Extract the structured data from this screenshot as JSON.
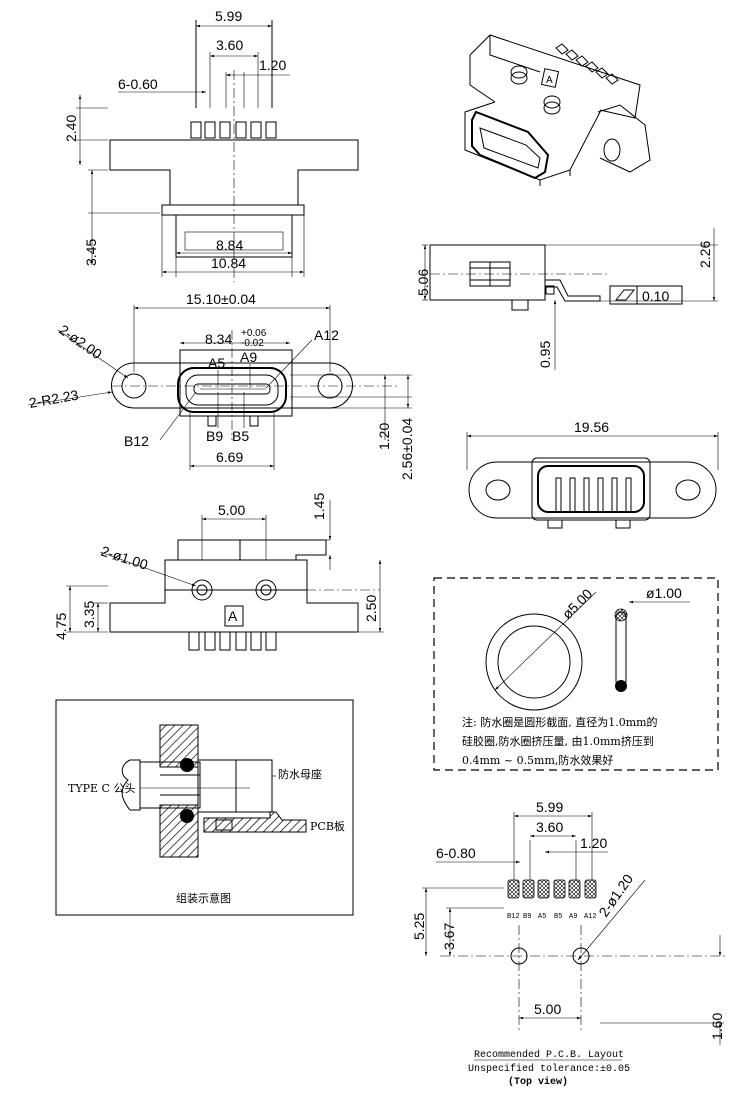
{
  "front_view": {
    "dim_pitch_total": "5.99",
    "dim_pitch_mid": "3.60",
    "dim_pitch": "1.20",
    "dim_pin_count_width": "6-0.60",
    "dim_pin_height": "2.40",
    "dim_body_height": "3.45",
    "dim_inner_width": "8.84",
    "dim_outer_width": "10.84"
  },
  "plan_view": {
    "dim_total_width": "15.10±0.04",
    "dim_opening": "8.34",
    "dim_opening_tol_plus": "+0.06",
    "dim_opening_tol_minus": "-0.02",
    "dim_hole": "2-ø2.00",
    "dim_radius": "2-R2.23",
    "pin_labels": [
      "A5",
      "A9",
      "A12",
      "B12",
      "B9",
      "B5"
    ],
    "dim_lower_width": "6.69",
    "dim_offset": "1.20",
    "dim_thickness": "2.56±0.04"
  },
  "bottom_view": {
    "dim_peg_spacing": "5.00",
    "dim_top": "1.45",
    "dim_peg_dia": "2-ø1.00",
    "dim_total_height": "4.75",
    "dim_flange_height": "3.35",
    "dim_right_height": "2.50",
    "marking": "A"
  },
  "side_view": {
    "dim_height": "5.06",
    "dim_top": "2.26",
    "dim_bottom": "0.95",
    "flatness_value": "0.10"
  },
  "rear_view": {
    "dim_width": "19.56"
  },
  "iso_view": {
    "marking": "A"
  },
  "seal_note": {
    "dim_ring_outer": "ø5.00",
    "dim_cross_section": "ø1.00",
    "lines": [
      "注: 防水圈是圆形截面, 直径为1.0mm的",
      "硅胶圈,防水圈挤压量, 由1.0mm挤压到",
      "0.4mm ~ 0.5mm,防水效果好"
    ]
  },
  "assembly": {
    "label_plug": "TYPE C 公头",
    "label_socket": "防水母座",
    "label_pcb": "PCB板",
    "caption": "组装示意图"
  },
  "pcb_layout": {
    "dim_pitch_total": "5.99",
    "dim_pitch_mid": "3.60",
    "dim_pitch": "1.20",
    "dim_pad_width": "6-0.80",
    "dim_hole": "2-ø1.20",
    "dim_height_total": "5.25",
    "dim_height_holes": "3.67",
    "dim_hole_spacing": "5.00",
    "dim_bottom": "1.60",
    "pad_labels": [
      "B12",
      "B9",
      "A5",
      "B5",
      "A9",
      "A12"
    ],
    "title": "Recommended P.C.B. Layout",
    "tolerance": "Unspecified tolerance:±0.05",
    "view": "(Top view)"
  }
}
